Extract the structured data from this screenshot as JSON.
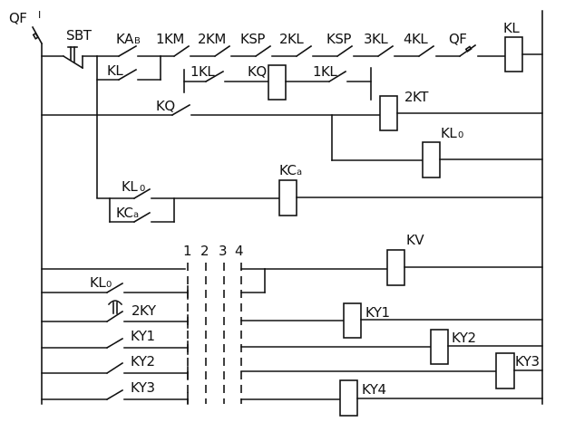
{
  "title": "Relay control ladder diagram",
  "colors": {
    "line": "#111111",
    "background": "#ffffff"
  },
  "top_section": {
    "breaker": {
      "label": "QF",
      "mark": "I"
    },
    "test_button": {
      "label": "SBT"
    },
    "row1_contacts": [
      {
        "label": "KA",
        "sub": "B"
      },
      {
        "label": "1KM"
      },
      {
        "label": "2KM"
      },
      {
        "label": "KSP"
      },
      {
        "label": "2KL"
      },
      {
        "label": "KSP"
      },
      {
        "label": "3KL"
      },
      {
        "label": "4KL"
      },
      {
        "label": "QF"
      }
    ],
    "row1_coil": "KL",
    "hold_contact": "KL",
    "row2": {
      "contact_a": "1KL",
      "coil": "KQ",
      "contact_b": "1KL"
    },
    "row3": {
      "contact": "KQ",
      "coil": "2KT"
    },
    "row4": {
      "coil": "KL",
      "coil_sub": "0"
    },
    "row5": {
      "contact": "KL",
      "contact_sub": "0",
      "parallel_contact": "KC",
      "parallel_sub": "a",
      "coil": "KC",
      "coil_sub": "a"
    }
  },
  "bottom_section": {
    "terminals": [
      "1",
      "2",
      "3",
      "4"
    ],
    "inputs": [
      {
        "label": "",
        "type": "wire"
      },
      {
        "label": "KL",
        "sub": "0",
        "type": "contact"
      },
      {
        "label": "2KY",
        "type": "pushbutton"
      },
      {
        "label": "KY1",
        "type": "contact"
      },
      {
        "label": "KY2",
        "type": "contact"
      },
      {
        "label": "KY3",
        "type": "contact"
      }
    ],
    "coils": [
      "KV",
      "KY1",
      "KY2",
      "KY3",
      "KY4"
    ]
  }
}
